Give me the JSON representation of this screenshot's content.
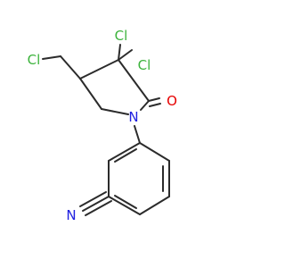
{
  "colors": {
    "bond": "#2b2b2b",
    "chlorine": "#3cb33c",
    "oxygen": "#e60000",
    "nitrogen": "#2020e0"
  },
  "atoms": {
    "cl_chloromethyl": {
      "label": "Cl",
      "element": "chlorine"
    },
    "cl_gem_upper": {
      "label": "Cl",
      "element": "chlorine"
    },
    "cl_gem_right": {
      "label": "Cl",
      "element": "chlorine"
    },
    "o_carbonyl": {
      "label": "O",
      "element": "oxygen"
    },
    "n_ring": {
      "label": "N",
      "element": "nitrogen"
    },
    "n_nitrile": {
      "label": "N",
      "element": "nitrogen"
    }
  }
}
